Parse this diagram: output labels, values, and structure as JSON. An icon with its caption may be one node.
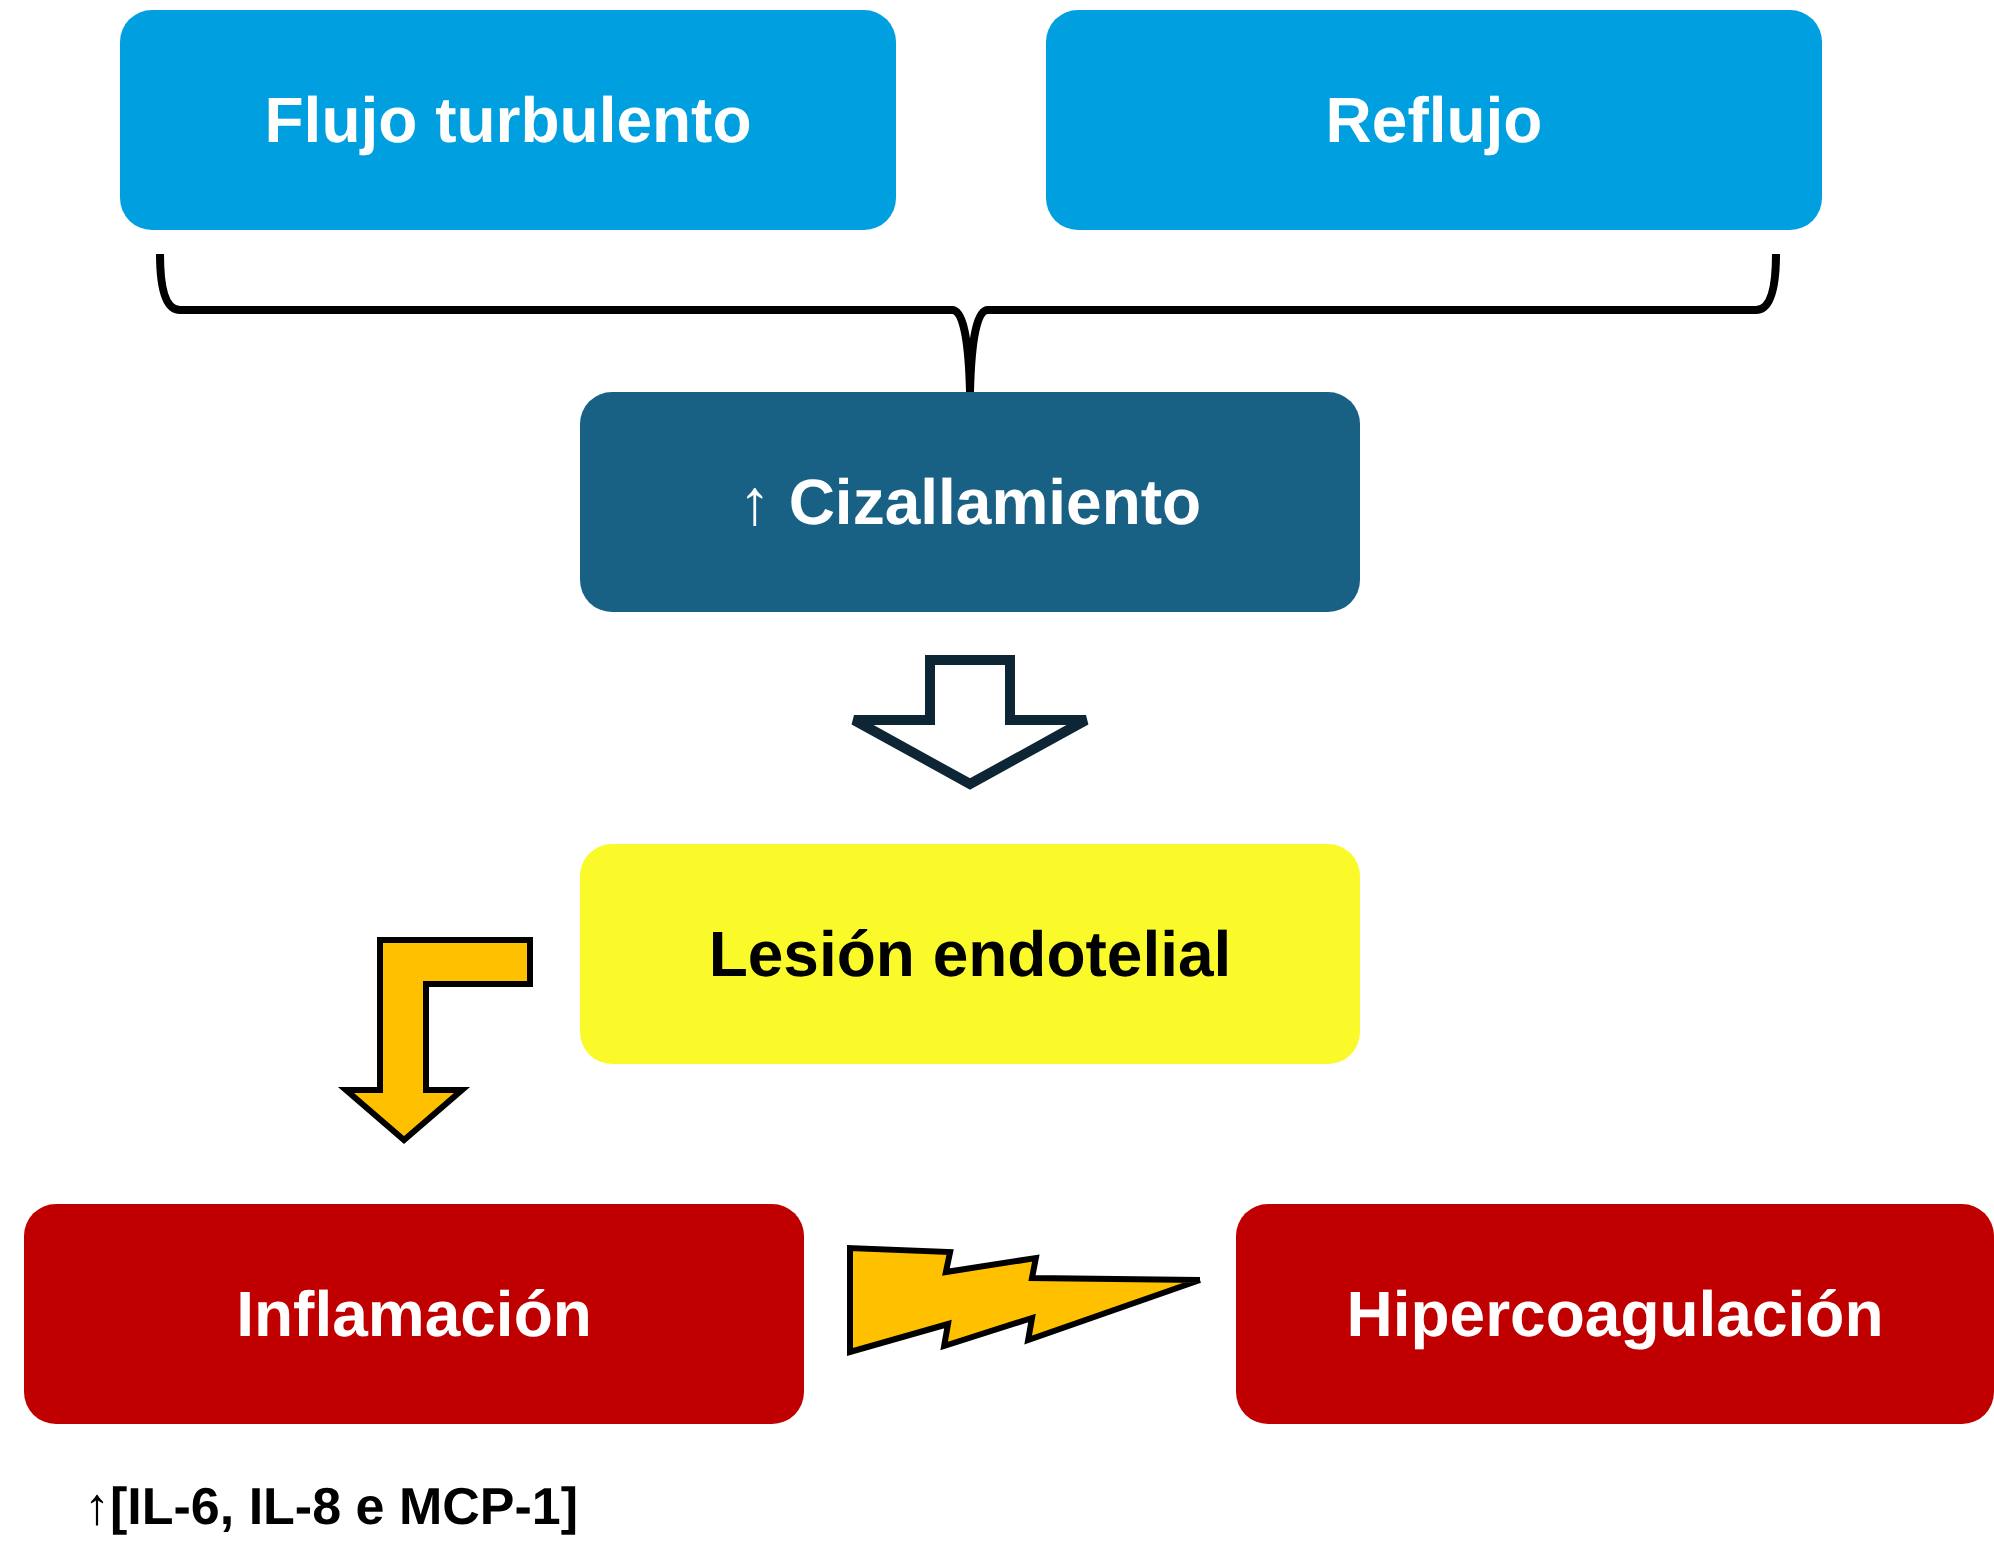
{
  "diagram": {
    "nodes": [
      {
        "text": [
          "Flujo turbulento"
        ]
      },
      {
        "text": [
          "Reflujo"
        ]
      },
      {
        "text": [
          "↑ Cizallamiento"
        ]
      },
      {
        "text": [
          "Lesión endotelial"
        ]
      },
      {
        "text": [
          "Inflamación"
        ],
        "beside": [
          "↑[IL-6, IL-8 e MCP-1]"
        ]
      },
      {
        "text": [
          "Hipercoagulación"
        ]
      }
    ],
    "edges": [
      {
        "from": 0,
        "to": 2,
        "arrow": "none"
      },
      {
        "from": 1,
        "to": 2,
        "arrow": "none"
      },
      {
        "from": 2,
        "to": 3,
        "arrow": "to",
        "style": "thick"
      },
      {
        "from": 3,
        "to": 4,
        "arrow": "to",
        "style": "thick",
        "color": "#ffc000"
      },
      {
        "from": 5,
        "to": 4,
        "arrow": "to",
        "style": "thick",
        "color": "#ffc000"
      }
    ]
  }
}
